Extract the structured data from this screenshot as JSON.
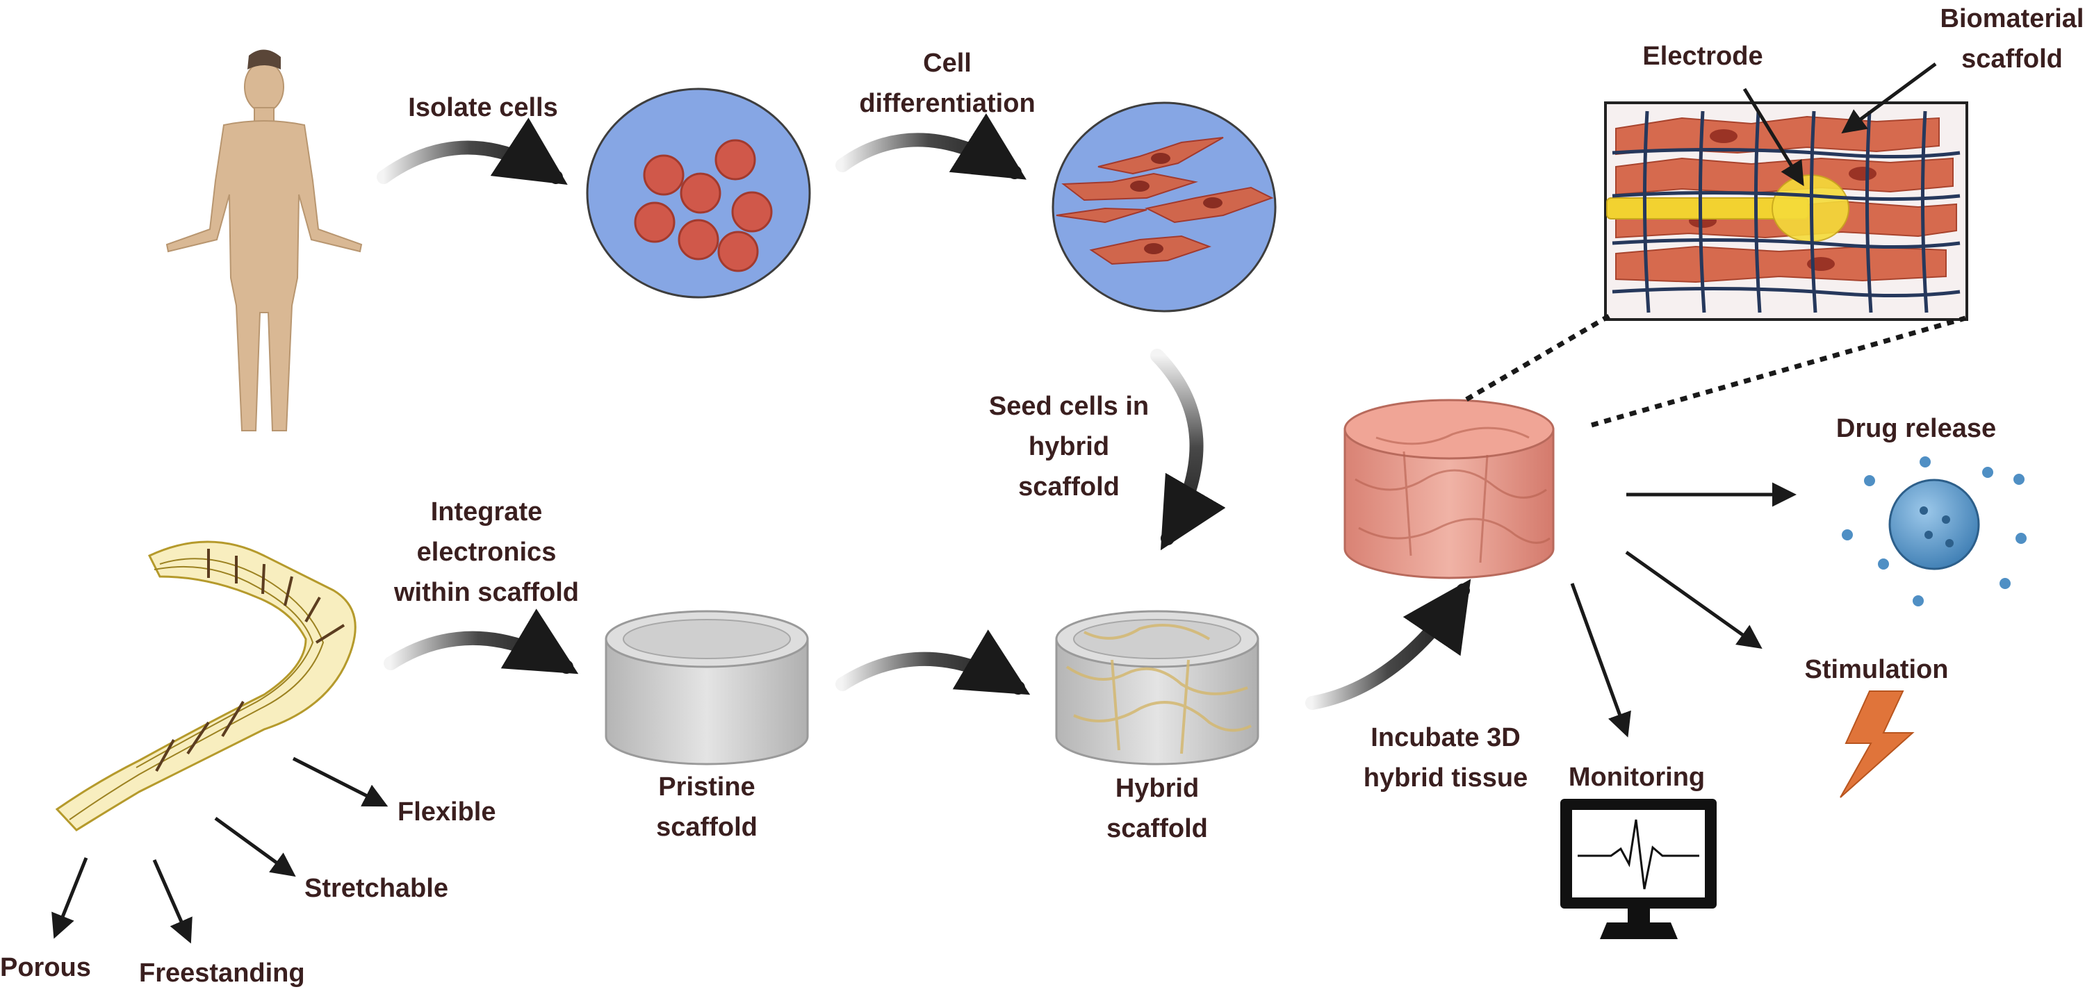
{
  "labels": {
    "isolate_cells": "Isolate cells",
    "cell_differentiation": [
      "Cell",
      "differentiation"
    ],
    "seed_cells": [
      "Seed cells in",
      "hybrid",
      "scaffold"
    ],
    "integrate_electronics": [
      "Integrate",
      "electronics",
      "within scaffold"
    ],
    "pristine_scaffold": [
      "Pristine",
      "scaffold"
    ],
    "hybrid_scaffold": [
      "Hybrid",
      "scaffold"
    ],
    "incubate": [
      "Incubate 3D",
      "hybrid tissue"
    ],
    "electrode": "Electrode",
    "biomaterial_scaffold": [
      "Biomaterial",
      "scaffold"
    ],
    "drug_release": "Drug release",
    "stimulation": "Stimulation",
    "monitoring": "Monitoring",
    "flexible": "Flexible",
    "stretchable": "Stretchable",
    "porous": "Porous",
    "freestanding": "Freestanding"
  },
  "colors": {
    "text": "#3a1f1f",
    "arrow": "#1a1a1a",
    "dish_fill": "#86a6e4",
    "cell_red": "#c4553f",
    "scaffold_grey": "#c9c9c9",
    "tissue_pink": "#e59a8c",
    "electrode_yellow": "#f2d230",
    "drug_blue": "#4f8fc4",
    "bolt_orange": "#e0743a",
    "skin": "#d9b894"
  },
  "icons": [
    "human-body-icon",
    "cell-dish-icon",
    "differentiated-cells-icon",
    "mesh-electronics-icon",
    "scaffold-cylinder-icon",
    "tissue-cylinder-icon",
    "drug-particle-icon",
    "lightning-bolt-icon",
    "monitor-icon"
  ]
}
